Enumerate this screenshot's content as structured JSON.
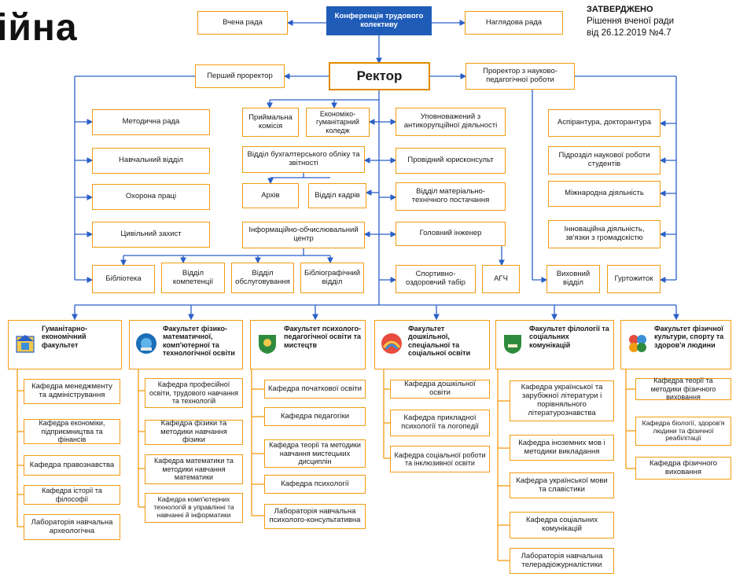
{
  "page_title_fragment": "ійна",
  "approval": {
    "line1": "ЗАТВЕРДЖЕНО",
    "line2": "Рішення вченої ради",
    "line3": "від 26.12.2019 №4.7"
  },
  "top": {
    "academic_council": "Вчена рада",
    "conference": "Конференція трудового колективу",
    "supervisory_board": "Наглядова рада",
    "first_prorector": "Перший проректор",
    "rector": "Ректор",
    "research_prorector": "Проректор з науково-педагогічної роботи"
  },
  "left_units": [
    "Методична рада",
    "Навчальний відділ",
    "Охорона праці",
    "Цивільний захист"
  ],
  "center": {
    "admissions": "Приймальна комісія",
    "college": "Економіко-гуманітарний коледж",
    "accounting": "Відділ бухгалтерського обліку та звітності",
    "archive": "Архів",
    "hr": "Відділ кадрів",
    "it_center": "Інформаційно-обчислювальний центр",
    "anticorruption": "Уповноважений з антикорупційної діяльності",
    "lawyer": "Провідний юрисконсульт",
    "logistics": "Відділ матеріально-технічного постачання",
    "engineer": "Головний інженер",
    "camp": "Спортивно-оздоровчий табір",
    "agch": "АГЧ"
  },
  "library": {
    "library": "Бібліотека",
    "competence": "Відділ компетенції",
    "service": "Відділ обслуговування",
    "bibliographic": "Бібліографічний відділ"
  },
  "right_units": [
    "Аспірантура, докторантура",
    "Підрозділ наукової роботи студентів",
    "Міжнародна діяльність",
    "Інноваційна діяльність, зв'язки з громадскістю"
  ],
  "right_bottom": {
    "education": "Виховний відділ",
    "dormitory": "Гуртожиток"
  },
  "faculties": [
    {
      "name": "Гуманітарно-економічний факультет",
      "departments": [
        "Кафедра менеджменту та адміністрування",
        "Кафедра економіки, підприємництва та фінансів",
        "Кафедра правознавства",
        "Кафедра історії та філософії",
        "Лабораторія навчальна археологічна"
      ]
    },
    {
      "name": "Факультет фізико-математичної, комп'ютерної та технологічної освіти",
      "departments": [
        "Кафедра професійної освіти, трудового навчання та технологій",
        "Кафедра фізики та методики навчання фізики",
        "Кафедра математики та методики навчання математики",
        "Кафедра комп'ютерних технологій в управлінні та навчанні й інформатики"
      ]
    },
    {
      "name": "Факультет психолого-педагогічної освіти та мистецтв",
      "departments": [
        "Кафедра початкової освіти",
        "Кафедра педагогіки",
        "Кафедра теорії та методики навчання мистецьких дисциплін",
        "Кафедра психології",
        "Лабораторія навчальна психолого-консультативна"
      ]
    },
    {
      "name": "Факультет дошкільної, спеціальної та соціальної освіти",
      "departments": [
        "Кафедра дошкільної освіти",
        "Кафедра прикладної психології та логопедії",
        "Кафедра соціальної роботи та інклюзивної освіти"
      ]
    },
    {
      "name": "Факультет філології та соціальних комунікацій",
      "departments": [
        "Кафедра української та зарубіжної літератури і порівняльного літературознавства",
        "Кафедра іноземних мов і методики викладання",
        "Кафедра української мови та славістики",
        "Кафедра соціальних комунікацій",
        "Лабораторія навчальна телерадіожурналістики"
      ]
    },
    {
      "name": "Факультет фізичної культури, спорту та здоров'я людини",
      "departments": [
        "Кафедра теорії та методики фізичного виховання",
        "Кафедра біології, здоров'я людини та фізичної реабілітації",
        "Кафедра фізичного виховання"
      ]
    }
  ],
  "colors": {
    "line": "#2b5fc8",
    "box_border": "#f39c12",
    "conference_fill": "#1f5cb8"
  },
  "icons": [
    "faculty-emblem-icon"
  ]
}
